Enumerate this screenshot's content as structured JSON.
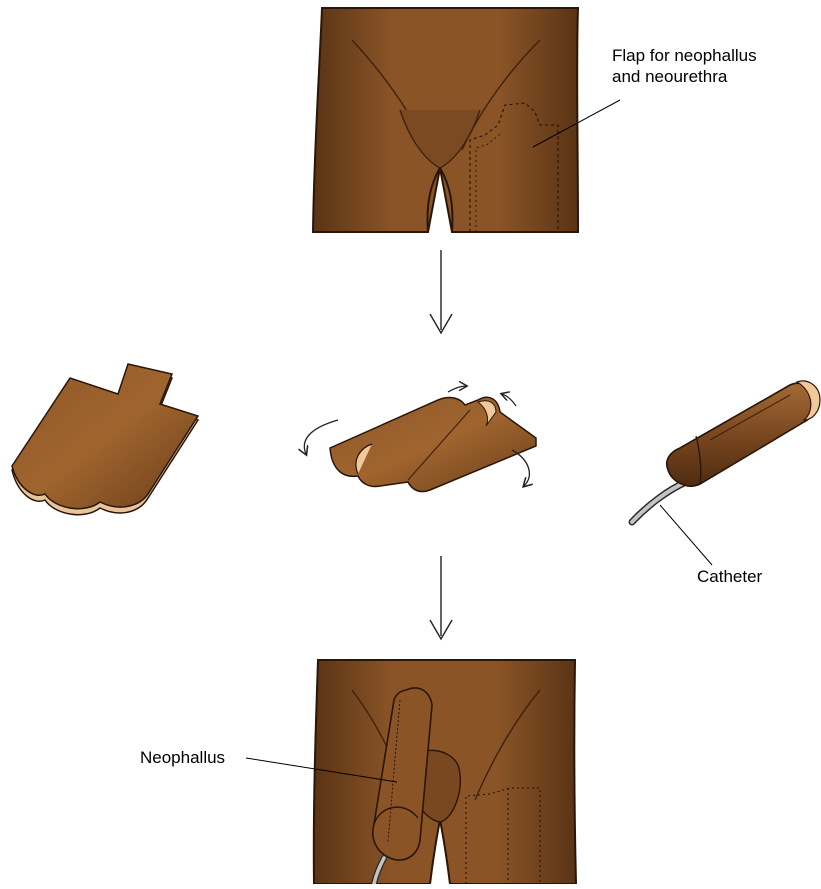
{
  "labels": {
    "flap_line1": "Flap for neophallus",
    "flap_line2": "and neourethra",
    "catheter": "Catheter",
    "neophallus": "Neophallus"
  },
  "colors": {
    "skin": "#7a4a22",
    "skin_light": "#99622f",
    "skin_dark": "#4e2d12",
    "inner_tissue": "#f0c99a",
    "catheter": "#b8b8b8",
    "outline": "#2a1608"
  }
}
